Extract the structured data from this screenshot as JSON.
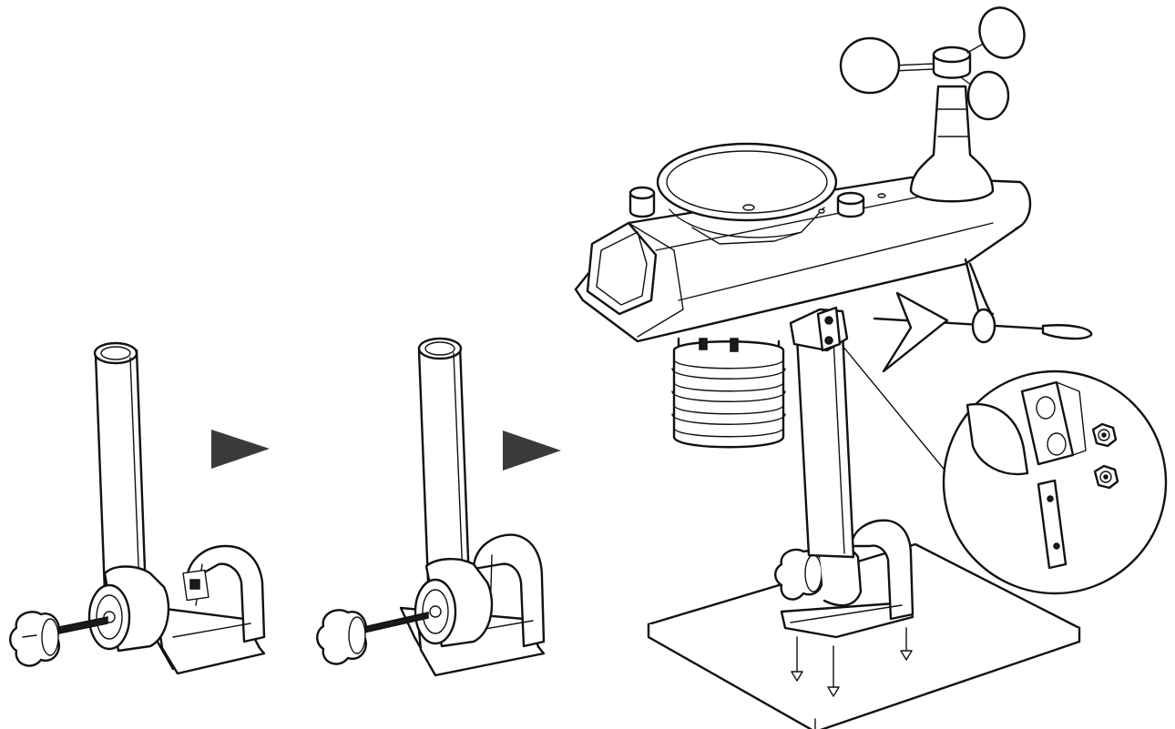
{
  "diagram": {
    "steps": [
      "step-1-pole-in-mount-bolt-out",
      "step-2-bolt-inserting",
      "step-3-station-mounted-on-board"
    ],
    "colors": {
      "line": "#111111",
      "arrow": "#3a3a3a",
      "background": "#ffffff"
    },
    "icons": [
      "next-step-arrow-icon",
      "next-step-arrow-icon"
    ]
  }
}
